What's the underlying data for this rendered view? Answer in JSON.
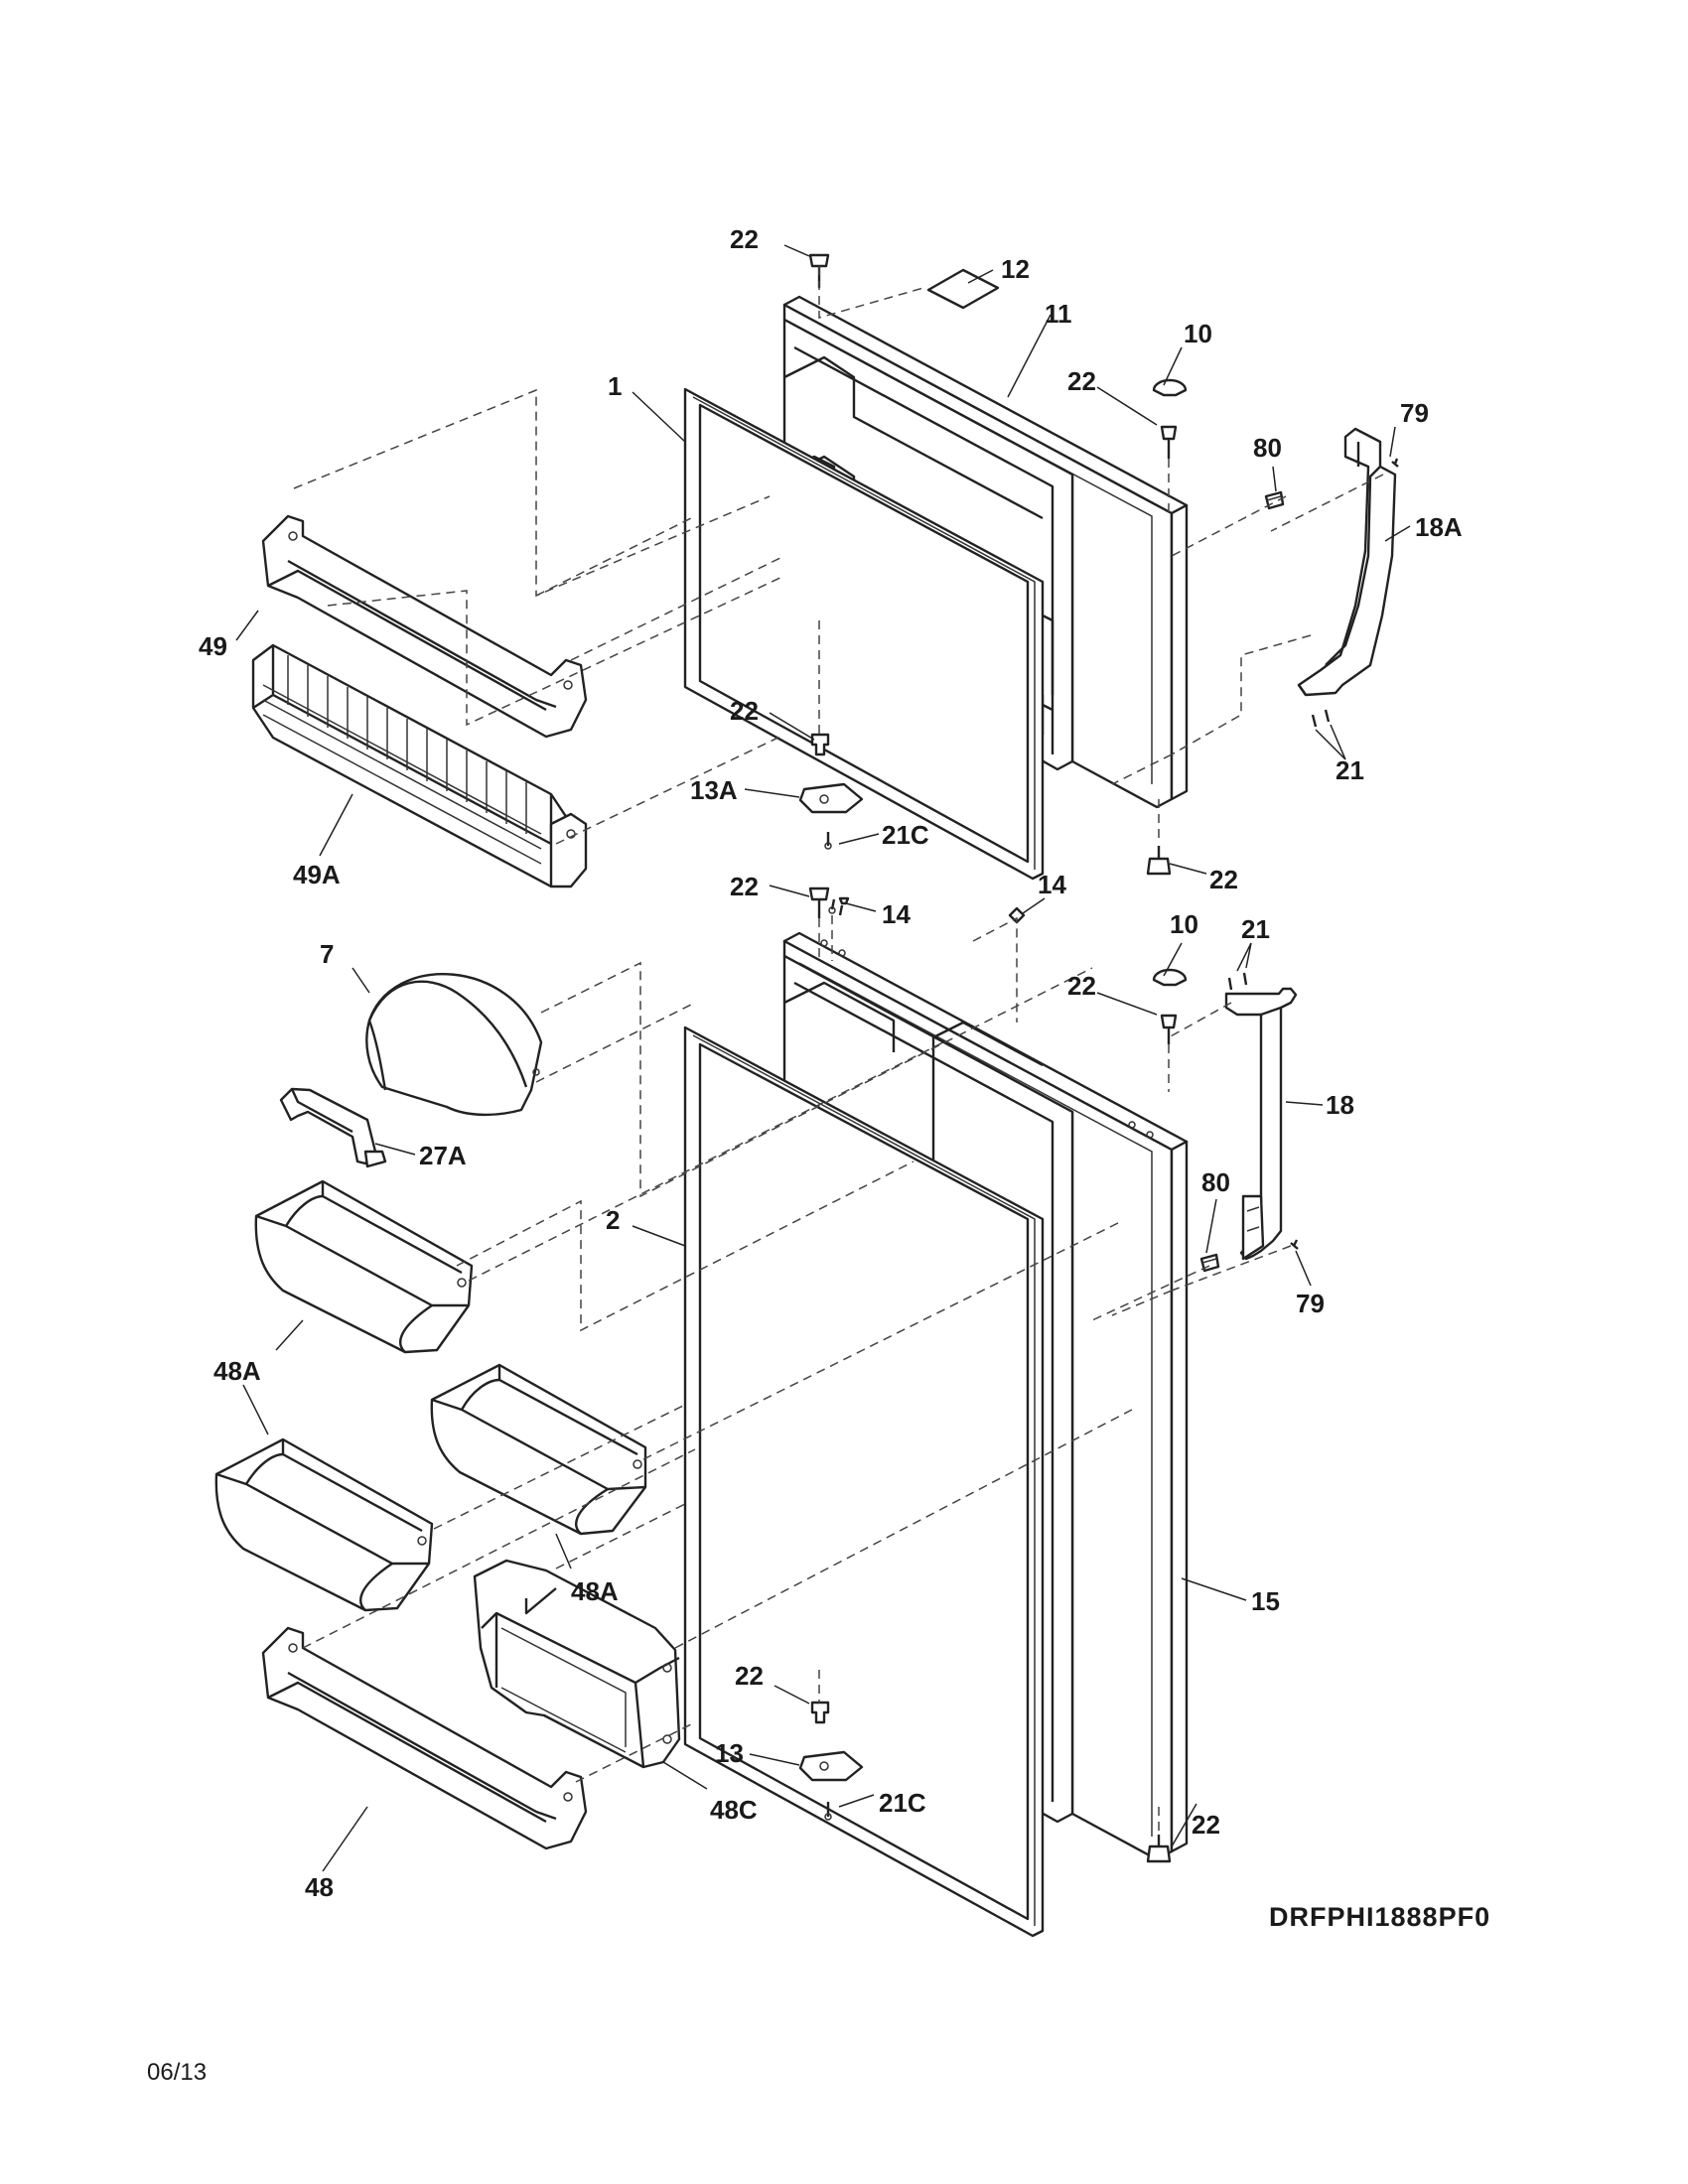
{
  "diagram": {
    "drawing_code": "DRFPHI1888PF0",
    "date": "06/13",
    "callouts": {
      "c22_top": "22",
      "c12": "12",
      "c11": "11",
      "c10_top": "10",
      "c22_top_hinge": "22",
      "c1": "1",
      "c80_top": "80",
      "c79_top": "79",
      "c18A": "18A",
      "c49": "49",
      "c49A": "49A",
      "c22_mid_a": "22",
      "c13A": "13A",
      "c21C_top": "21C",
      "c21_top": "21",
      "c22_mid_b": "22",
      "c22_mid_c": "22",
      "c14_a": "14",
      "c14_b": "14",
      "c10_bot": "10",
      "c21_bot": "21",
      "c22_bot_hinge": "22",
      "c7": "7",
      "c27A": "27A",
      "c18": "18",
      "c80_bot": "80",
      "c2": "2",
      "c79_bot": "79",
      "c48A_left": "48A",
      "c48A_right": "48A",
      "c15": "15",
      "c22_low_a": "22",
      "c13": "13",
      "c21C_bot": "21C",
      "c48C": "48C",
      "c22_low_b": "22",
      "c48": "48"
    }
  }
}
